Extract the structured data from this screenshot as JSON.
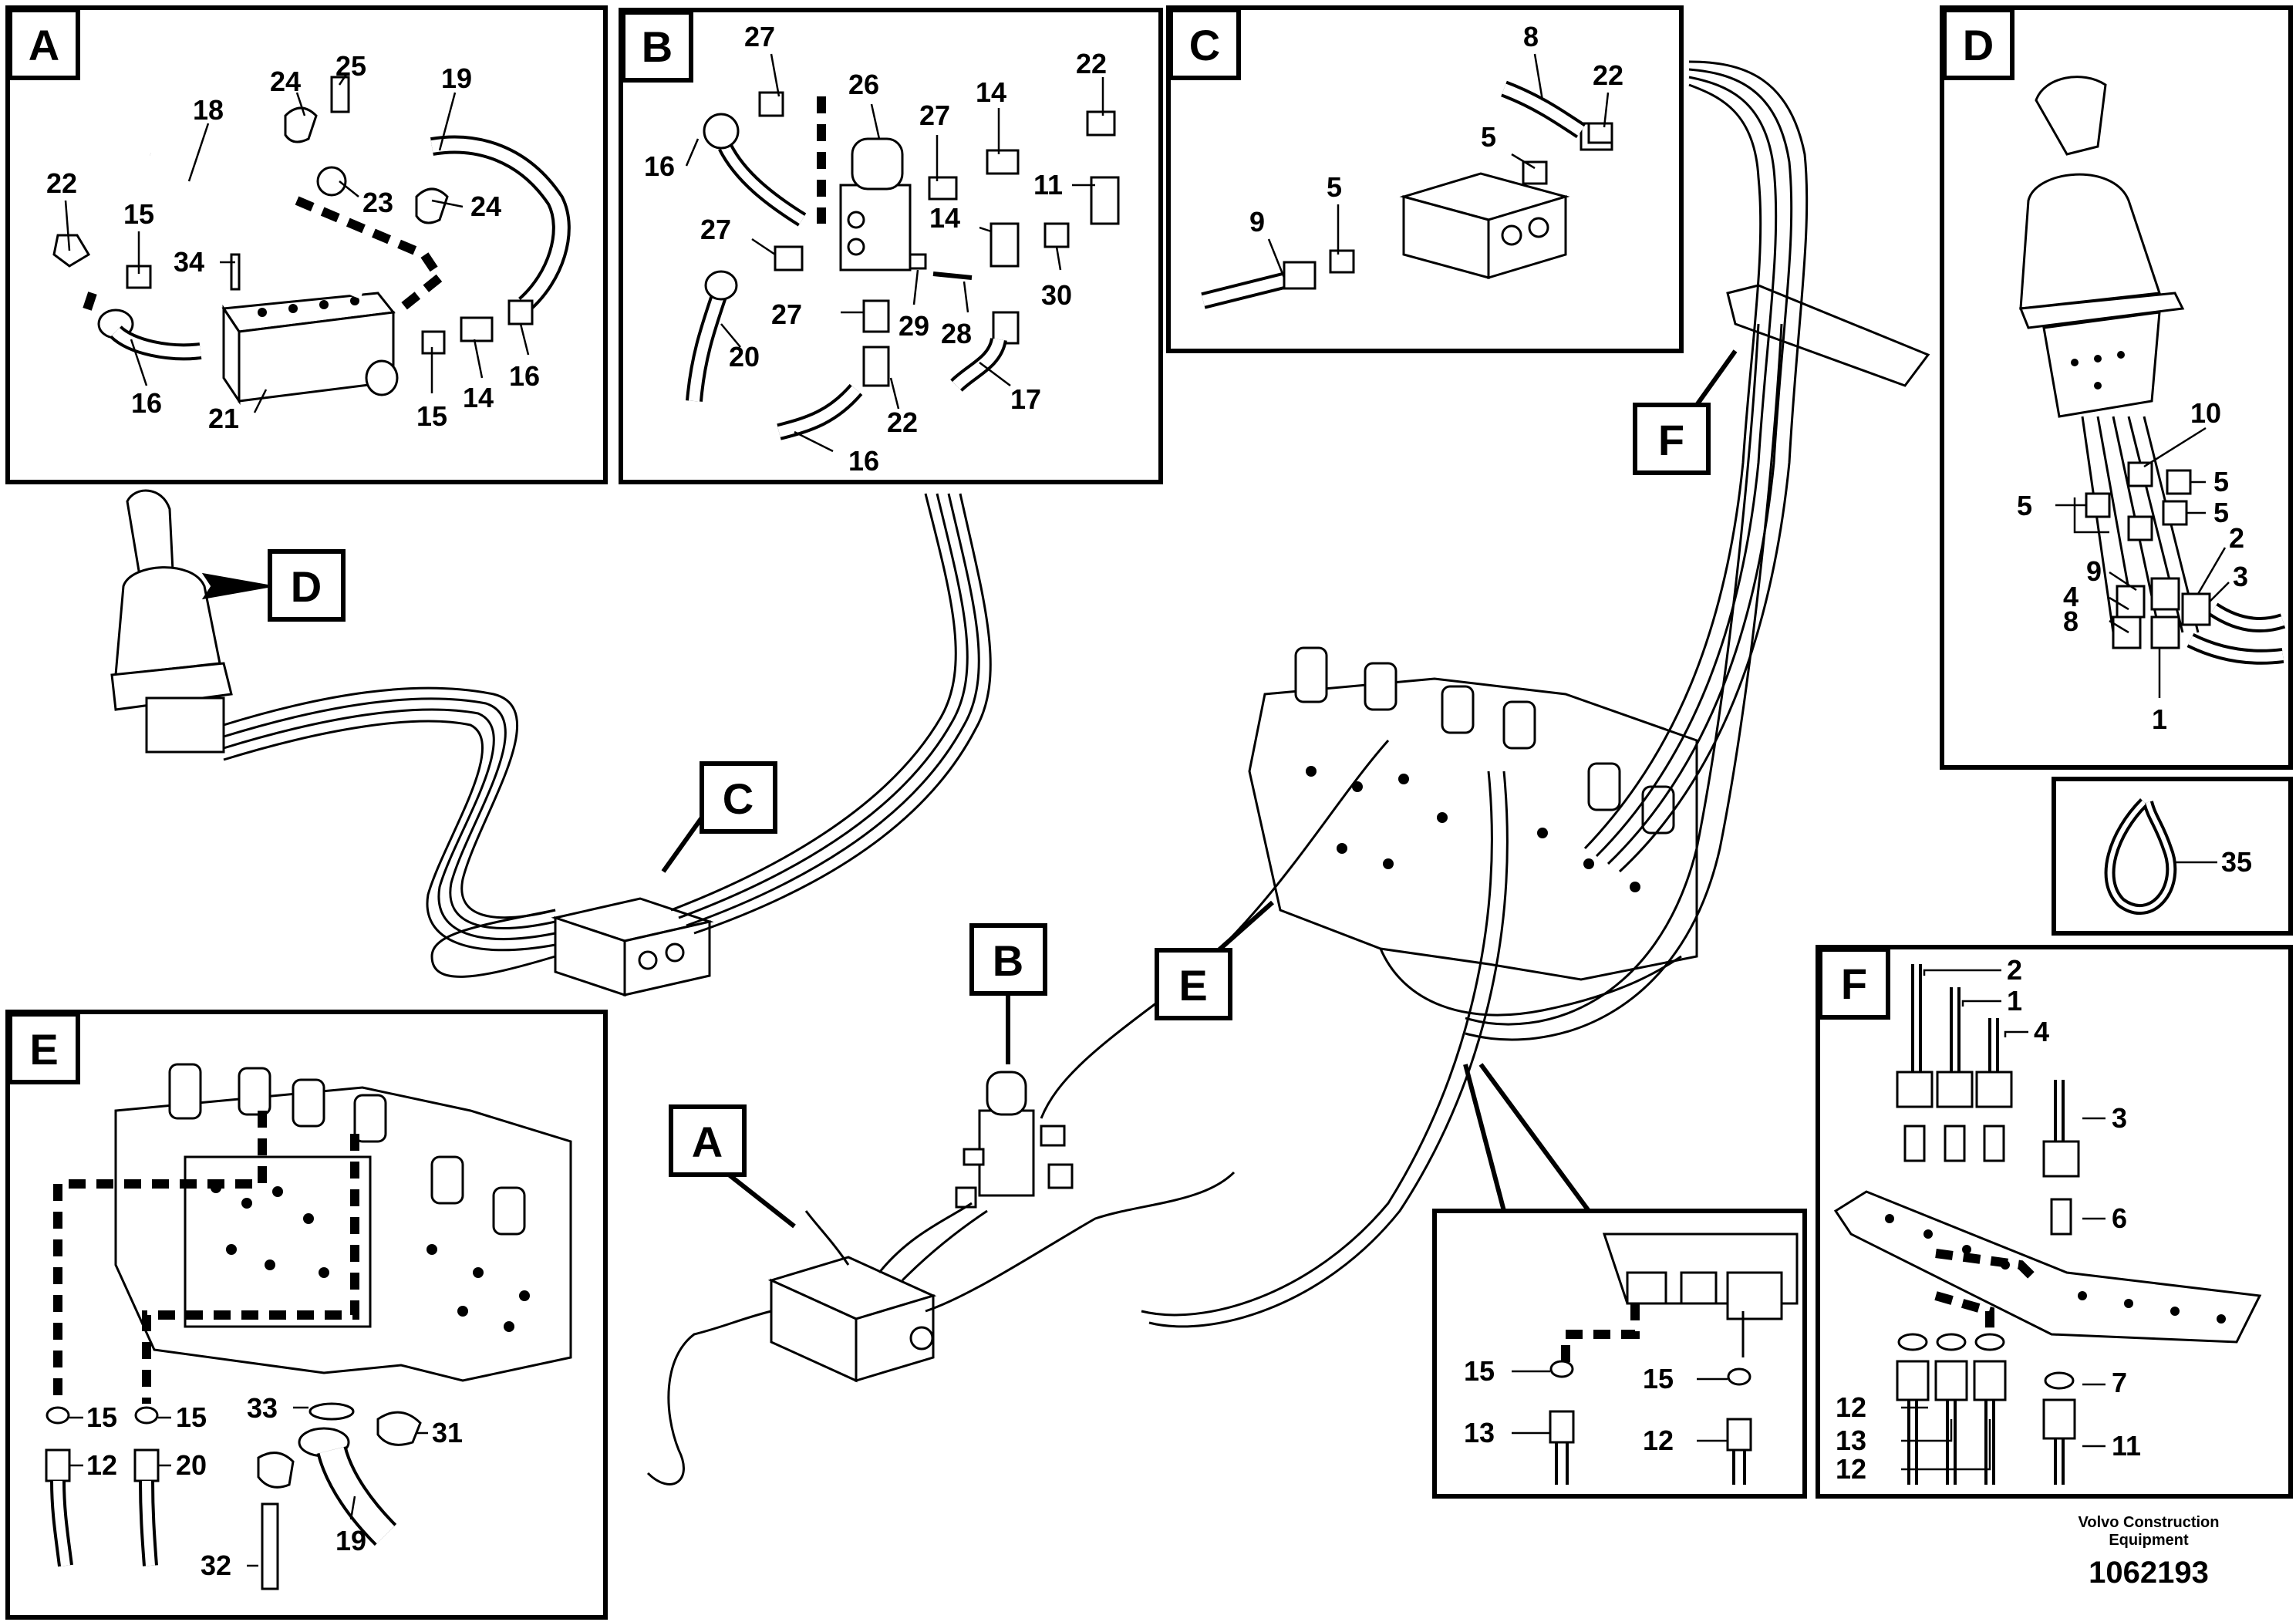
{
  "panels": {
    "A": {
      "letter": "A",
      "parts": [
        "25",
        "24",
        "19",
        "18",
        "22",
        "15",
        "34",
        "23",
        "24",
        "16",
        "21",
        "15",
        "14",
        "16"
      ]
    },
    "B": {
      "letter": "B",
      "parts": [
        "27",
        "26",
        "22",
        "27",
        "14",
        "16",
        "11",
        "27",
        "14",
        "30",
        "27",
        "29",
        "28",
        "20",
        "22",
        "17",
        "16"
      ]
    },
    "C": {
      "letter": "C",
      "parts": [
        "8",
        "22",
        "5",
        "5",
        "9"
      ]
    },
    "D": {
      "letter": "D",
      "parts": [
        "10",
        "5",
        "5",
        "5",
        "2",
        "9",
        "3",
        "4",
        "8",
        "1"
      ]
    },
    "E": {
      "letter": "E",
      "parts": [
        "33",
        "31",
        "15",
        "15",
        "12",
        "20",
        "32",
        "19"
      ]
    },
    "F": {
      "letter": "F",
      "parts": [
        "2",
        "1",
        "4",
        "3",
        "6",
        "7",
        "12",
        "13",
        "12",
        "11"
      ]
    },
    "detail": {
      "parts": [
        "15",
        "15",
        "13",
        "12"
      ]
    },
    "tie": {
      "parts": [
        "35"
      ]
    }
  },
  "callouts": {
    "A": "A",
    "B": "B",
    "C": "C",
    "D": "D",
    "E": "E",
    "F": "F"
  },
  "footer": {
    "company_line1": "Volvo Construction",
    "company_line2": "Equipment",
    "doc_number": "1062193"
  }
}
